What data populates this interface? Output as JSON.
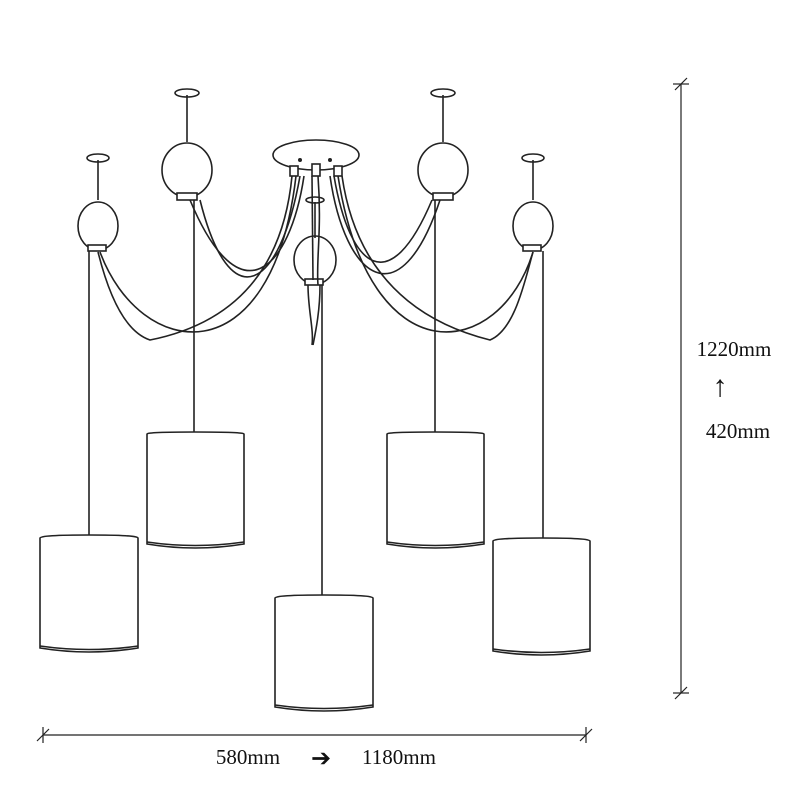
{
  "diagram": {
    "height": {
      "max_label": "1220mm",
      "min_label": "420mm",
      "arrow_glyph": "↑"
    },
    "width": {
      "min_label": "580mm",
      "max_label": "1180mm",
      "arrow_glyph": "➔"
    },
    "colors": {
      "stroke": "#222222",
      "background": "#ffffff"
    }
  }
}
